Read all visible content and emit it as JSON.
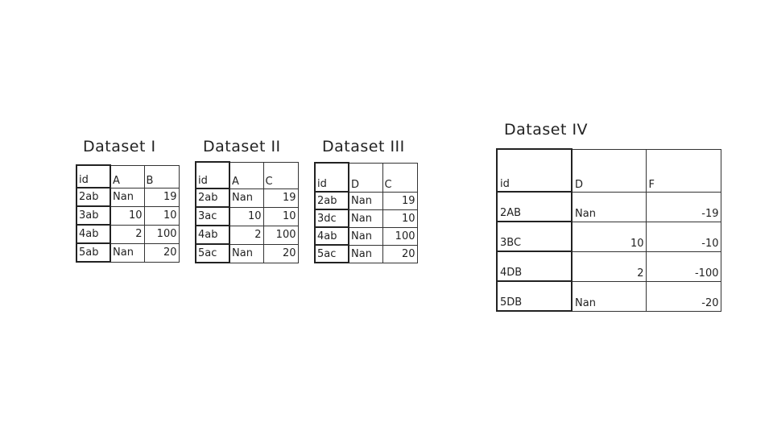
{
  "datasets": [
    {
      "title": "Dataset I",
      "headers": [
        "id",
        "A",
        "B"
      ],
      "rows": [
        [
          "2ab",
          "Nan",
          "19"
        ],
        [
          "3ab",
          "10",
          "10"
        ],
        [
          "4ab",
          "2",
          "100"
        ],
        [
          "5ab",
          "Nan",
          "20"
        ]
      ]
    },
    {
      "title": "Dataset II",
      "headers": [
        "id",
        "A",
        "C"
      ],
      "rows": [
        [
          "2ab",
          "Nan",
          "19"
        ],
        [
          "3ac",
          "10",
          "10"
        ],
        [
          "4ab",
          "2",
          "100"
        ],
        [
          "5ac",
          "Nan",
          "20"
        ]
      ]
    },
    {
      "title": "Dataset III",
      "headers": [
        "id",
        "D",
        "C"
      ],
      "rows": [
        [
          "2ab",
          "Nan",
          "19"
        ],
        [
          "3dc",
          "Nan",
          "10"
        ],
        [
          "4ab",
          "Nan",
          "100"
        ],
        [
          "5ac",
          "Nan",
          "20"
        ]
      ]
    },
    {
      "title": "Dataset IV",
      "headers": [
        "id",
        "D",
        "F"
      ],
      "rows": [
        [
          "2AB",
          "Nan",
          "-19"
        ],
        [
          "3BC",
          "10",
          "-10"
        ],
        [
          "4DB",
          "2",
          "-100"
        ],
        [
          "5DB",
          "Nan",
          "-20"
        ]
      ]
    }
  ]
}
